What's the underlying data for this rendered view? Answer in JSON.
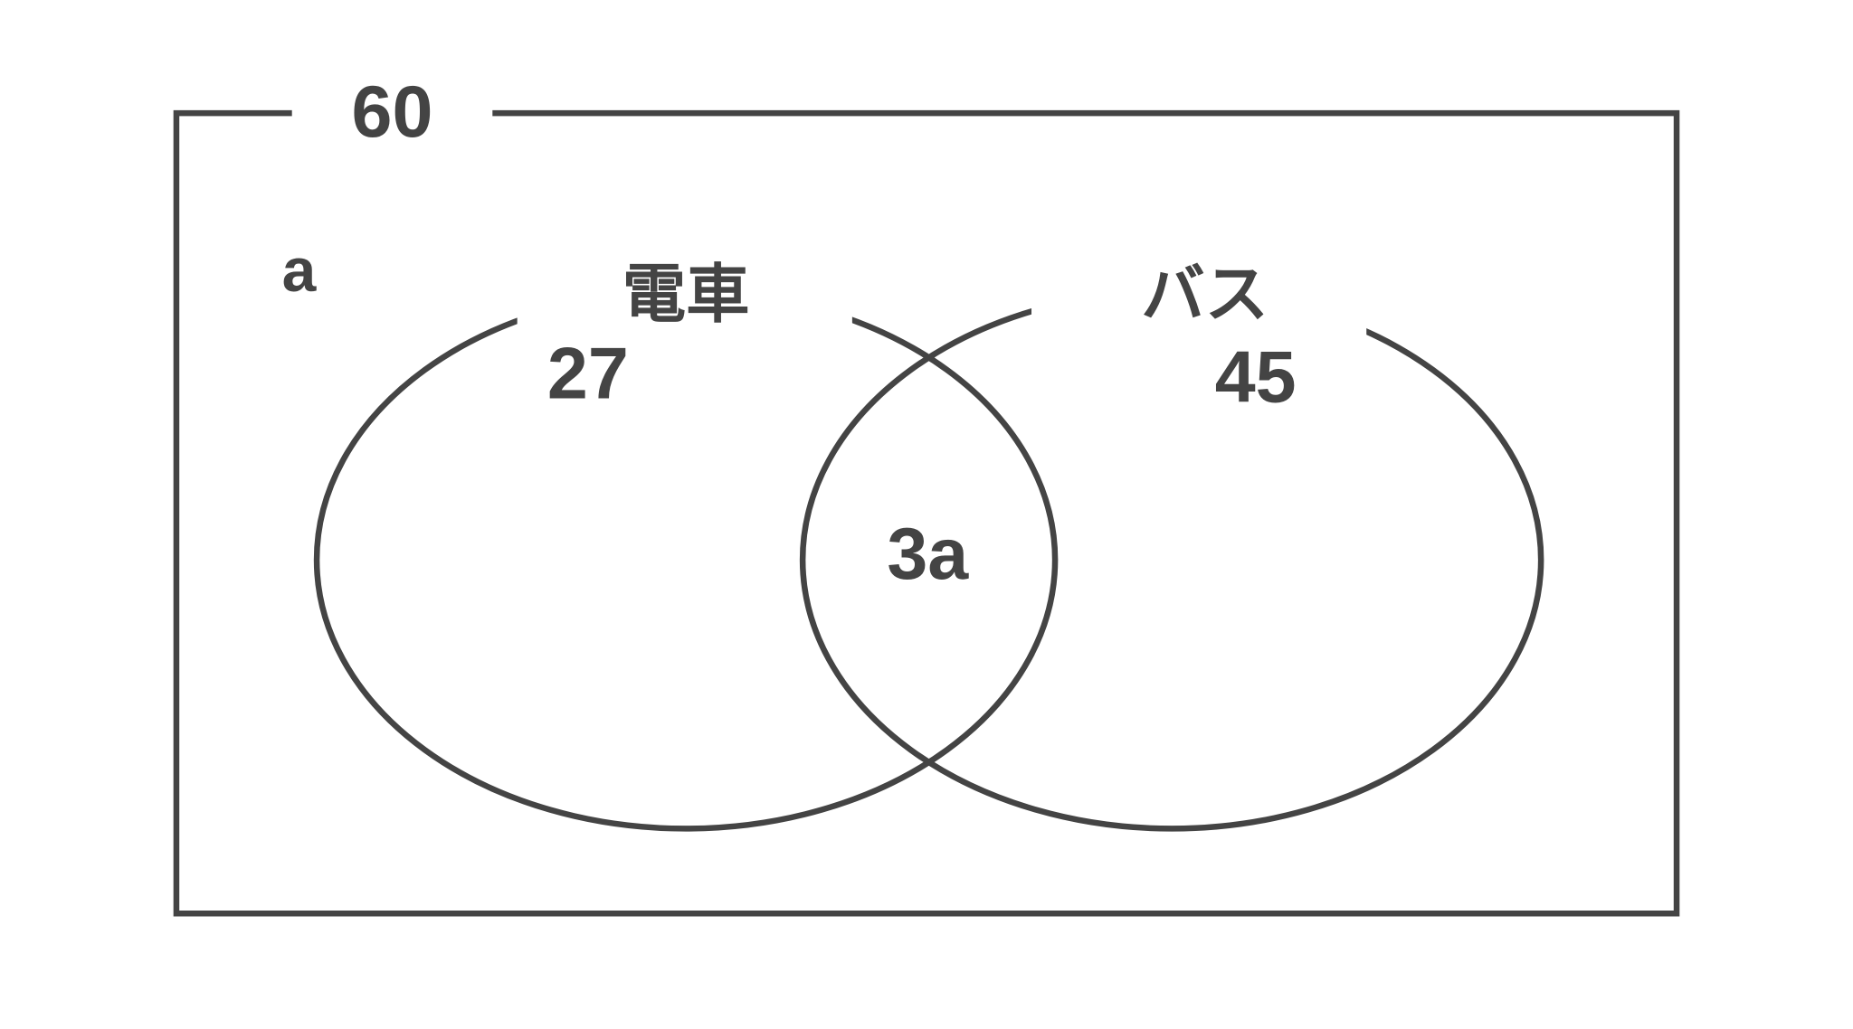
{
  "universe_total": "60",
  "outside_label": "a",
  "set_left": {
    "name": "電車",
    "only_count": "27"
  },
  "set_right": {
    "name": "バス",
    "only_count": "45"
  },
  "intersection": "3a",
  "colors": {
    "stroke": "#444444",
    "background": "#ffffff"
  }
}
